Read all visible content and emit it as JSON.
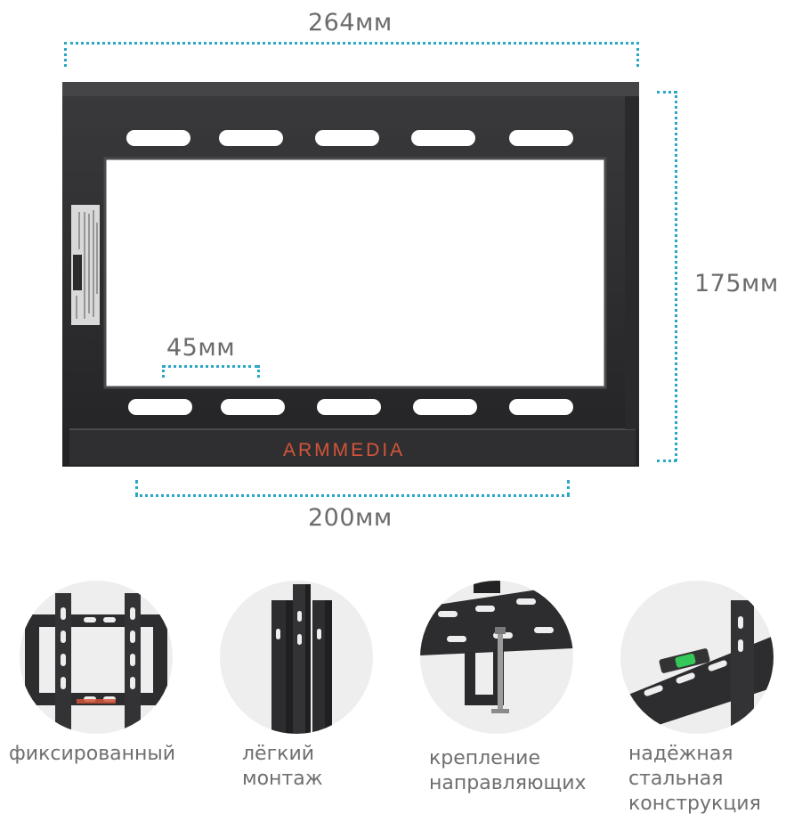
{
  "dimensions": {
    "top_width": "264мм",
    "height": "175мм",
    "hole_spacing": "45мм",
    "bottom_width": "200мм"
  },
  "brand": {
    "logo_text": "armmedia",
    "accent_color": "#d4553a"
  },
  "colors": {
    "dimension_line": "#2aa7c4",
    "frame": "#2b2b2d",
    "label_text": "#6f6f6f"
  },
  "features": [
    {
      "icon": "fixed-mount-icon",
      "lines": [
        "фиксированный"
      ]
    },
    {
      "icon": "light-install-icon",
      "lines": [
        "лёгкий",
        "монтаж"
      ]
    },
    {
      "icon": "guide-mount-icon",
      "lines": [
        "крепление",
        "направляющих"
      ]
    },
    {
      "icon": "steel-construction-icon",
      "lines": [
        "надёжная",
        "стальная",
        "конструкция"
      ]
    }
  ]
}
